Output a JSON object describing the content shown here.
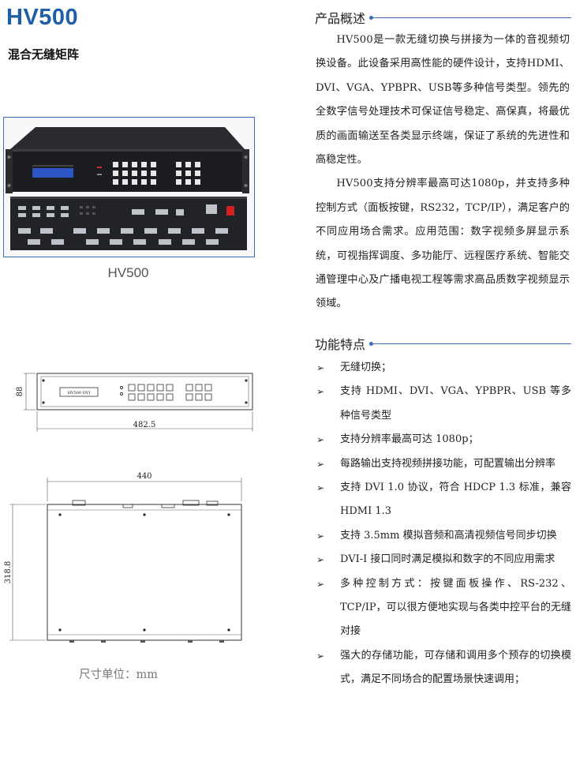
{
  "product": {
    "model": "HV500",
    "subtitle": "混合无缝矩阵",
    "photo_caption": "HV500"
  },
  "overview": {
    "heading": "产品概述",
    "paragraphs": [
      "HV500是一款无缝切换与拼接为一体的音视频切换设备。此设备采用高性能的硬件设计，支持HDMI、DVI、VGA、YPBPR、USB等多种信号类型。领先的全数字信号处理技术可保证信号稳定、高保真，将最优质的画面输送至各类显示终端，保证了系统的先进性和高稳定性。",
      "HV500支持分辨率最高可达1080p，并支持多种控制方式（面板按键，RS232，TCP/IP），满足客户的不同应用场合需求。应用范围：数字视频多屏显示系统，可视指挥调度、多功能厅、远程医疗系统、智能交通管理中心及广播电视工程等需求高品质数字视频显示领域。"
    ]
  },
  "features": {
    "heading": "功能特点",
    "bullet": "➢",
    "items": [
      "无缝切换；",
      "支持 HDMI、DVI、VGA、YPBPR、USB 等多种信号类型",
      "支持分辨率最高可达 1080p；",
      "每路输出支持视频拼接功能，可配置输出分辨率",
      "支持 DVI 1.0 协议，符合 HDCP 1.3 标准，兼容 HDMI 1.3",
      "支持 3.5mm 模拟音频和高清视频信号同步切换",
      "DVI-I 接口同时满足模拟和数字的不同应用需求",
      "多种控制方式：按键面板操作、RS-232、TCP/IP，可以很方便地实现与各类中控平台的无缝对接",
      "强大的存储功能，可存储和调用多个预存的切换模式，满足不同场合的配置场景快速调用；"
    ]
  },
  "dimensions": {
    "front_height": "88",
    "front_width": "482.5",
    "top_width": "440",
    "top_depth": "318.8",
    "panel_label": "HV500 DVI",
    "unit_caption": "尺寸单位：mm"
  },
  "colors": {
    "brand_blue": "#1f5fa8",
    "rule_blue": "#3b6db3",
    "device_black": "#1c1d20",
    "lcd_blue": "#2d56c4"
  }
}
